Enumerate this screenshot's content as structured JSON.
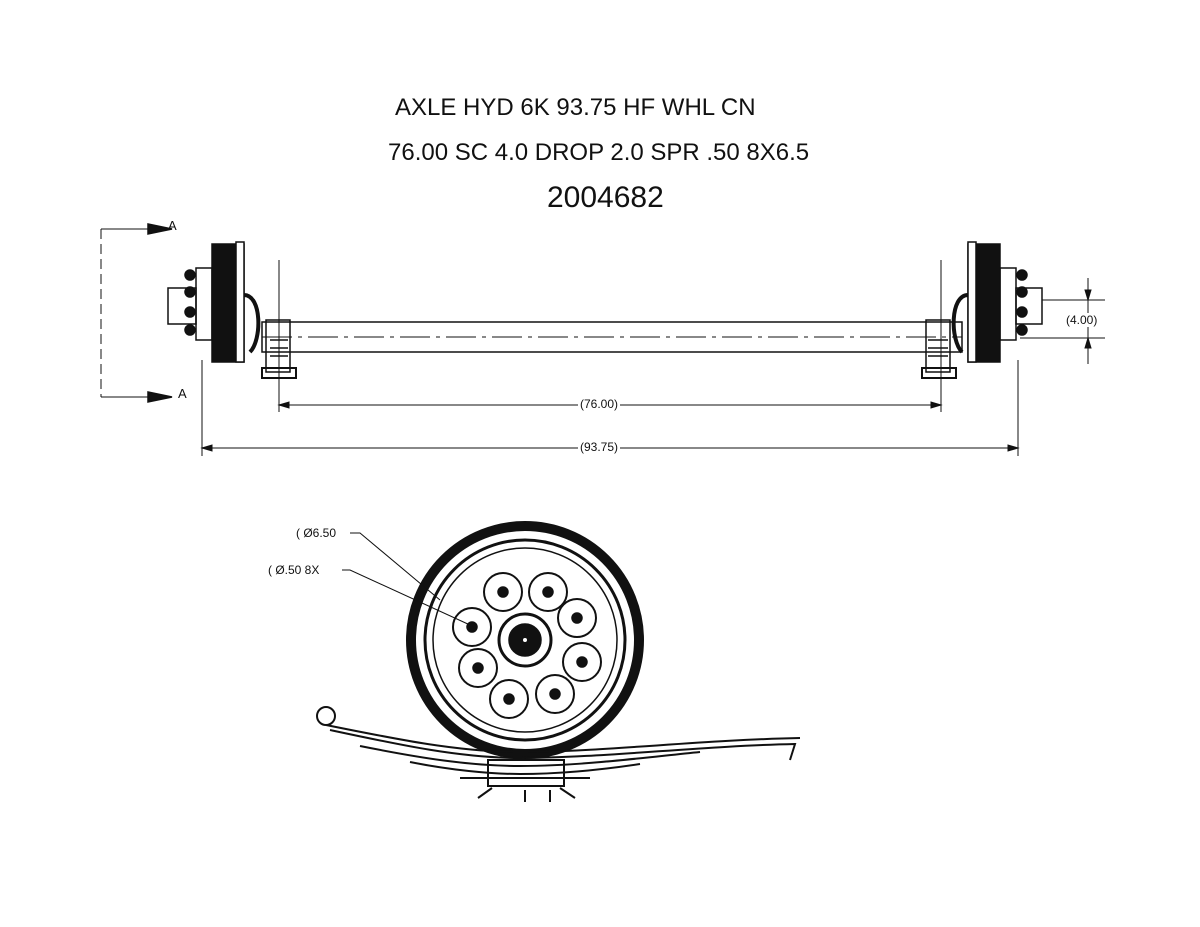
{
  "title": {
    "line1": "AXLE HYD 6K 93.75 HF WHL CN",
    "line2": "76.00 SC 4.0 DROP 2.0 SPR .50 8X6.5",
    "part_number": "2004682"
  },
  "section": {
    "label_top": "A",
    "label_bottom": "A"
  },
  "dimensions": {
    "spring_center": "(76.00)",
    "overall": "(93.75)",
    "drop": "(4.00)",
    "bolt_circle": "( Ø6.50",
    "stud_holes": "( Ø.50 8X"
  }
}
